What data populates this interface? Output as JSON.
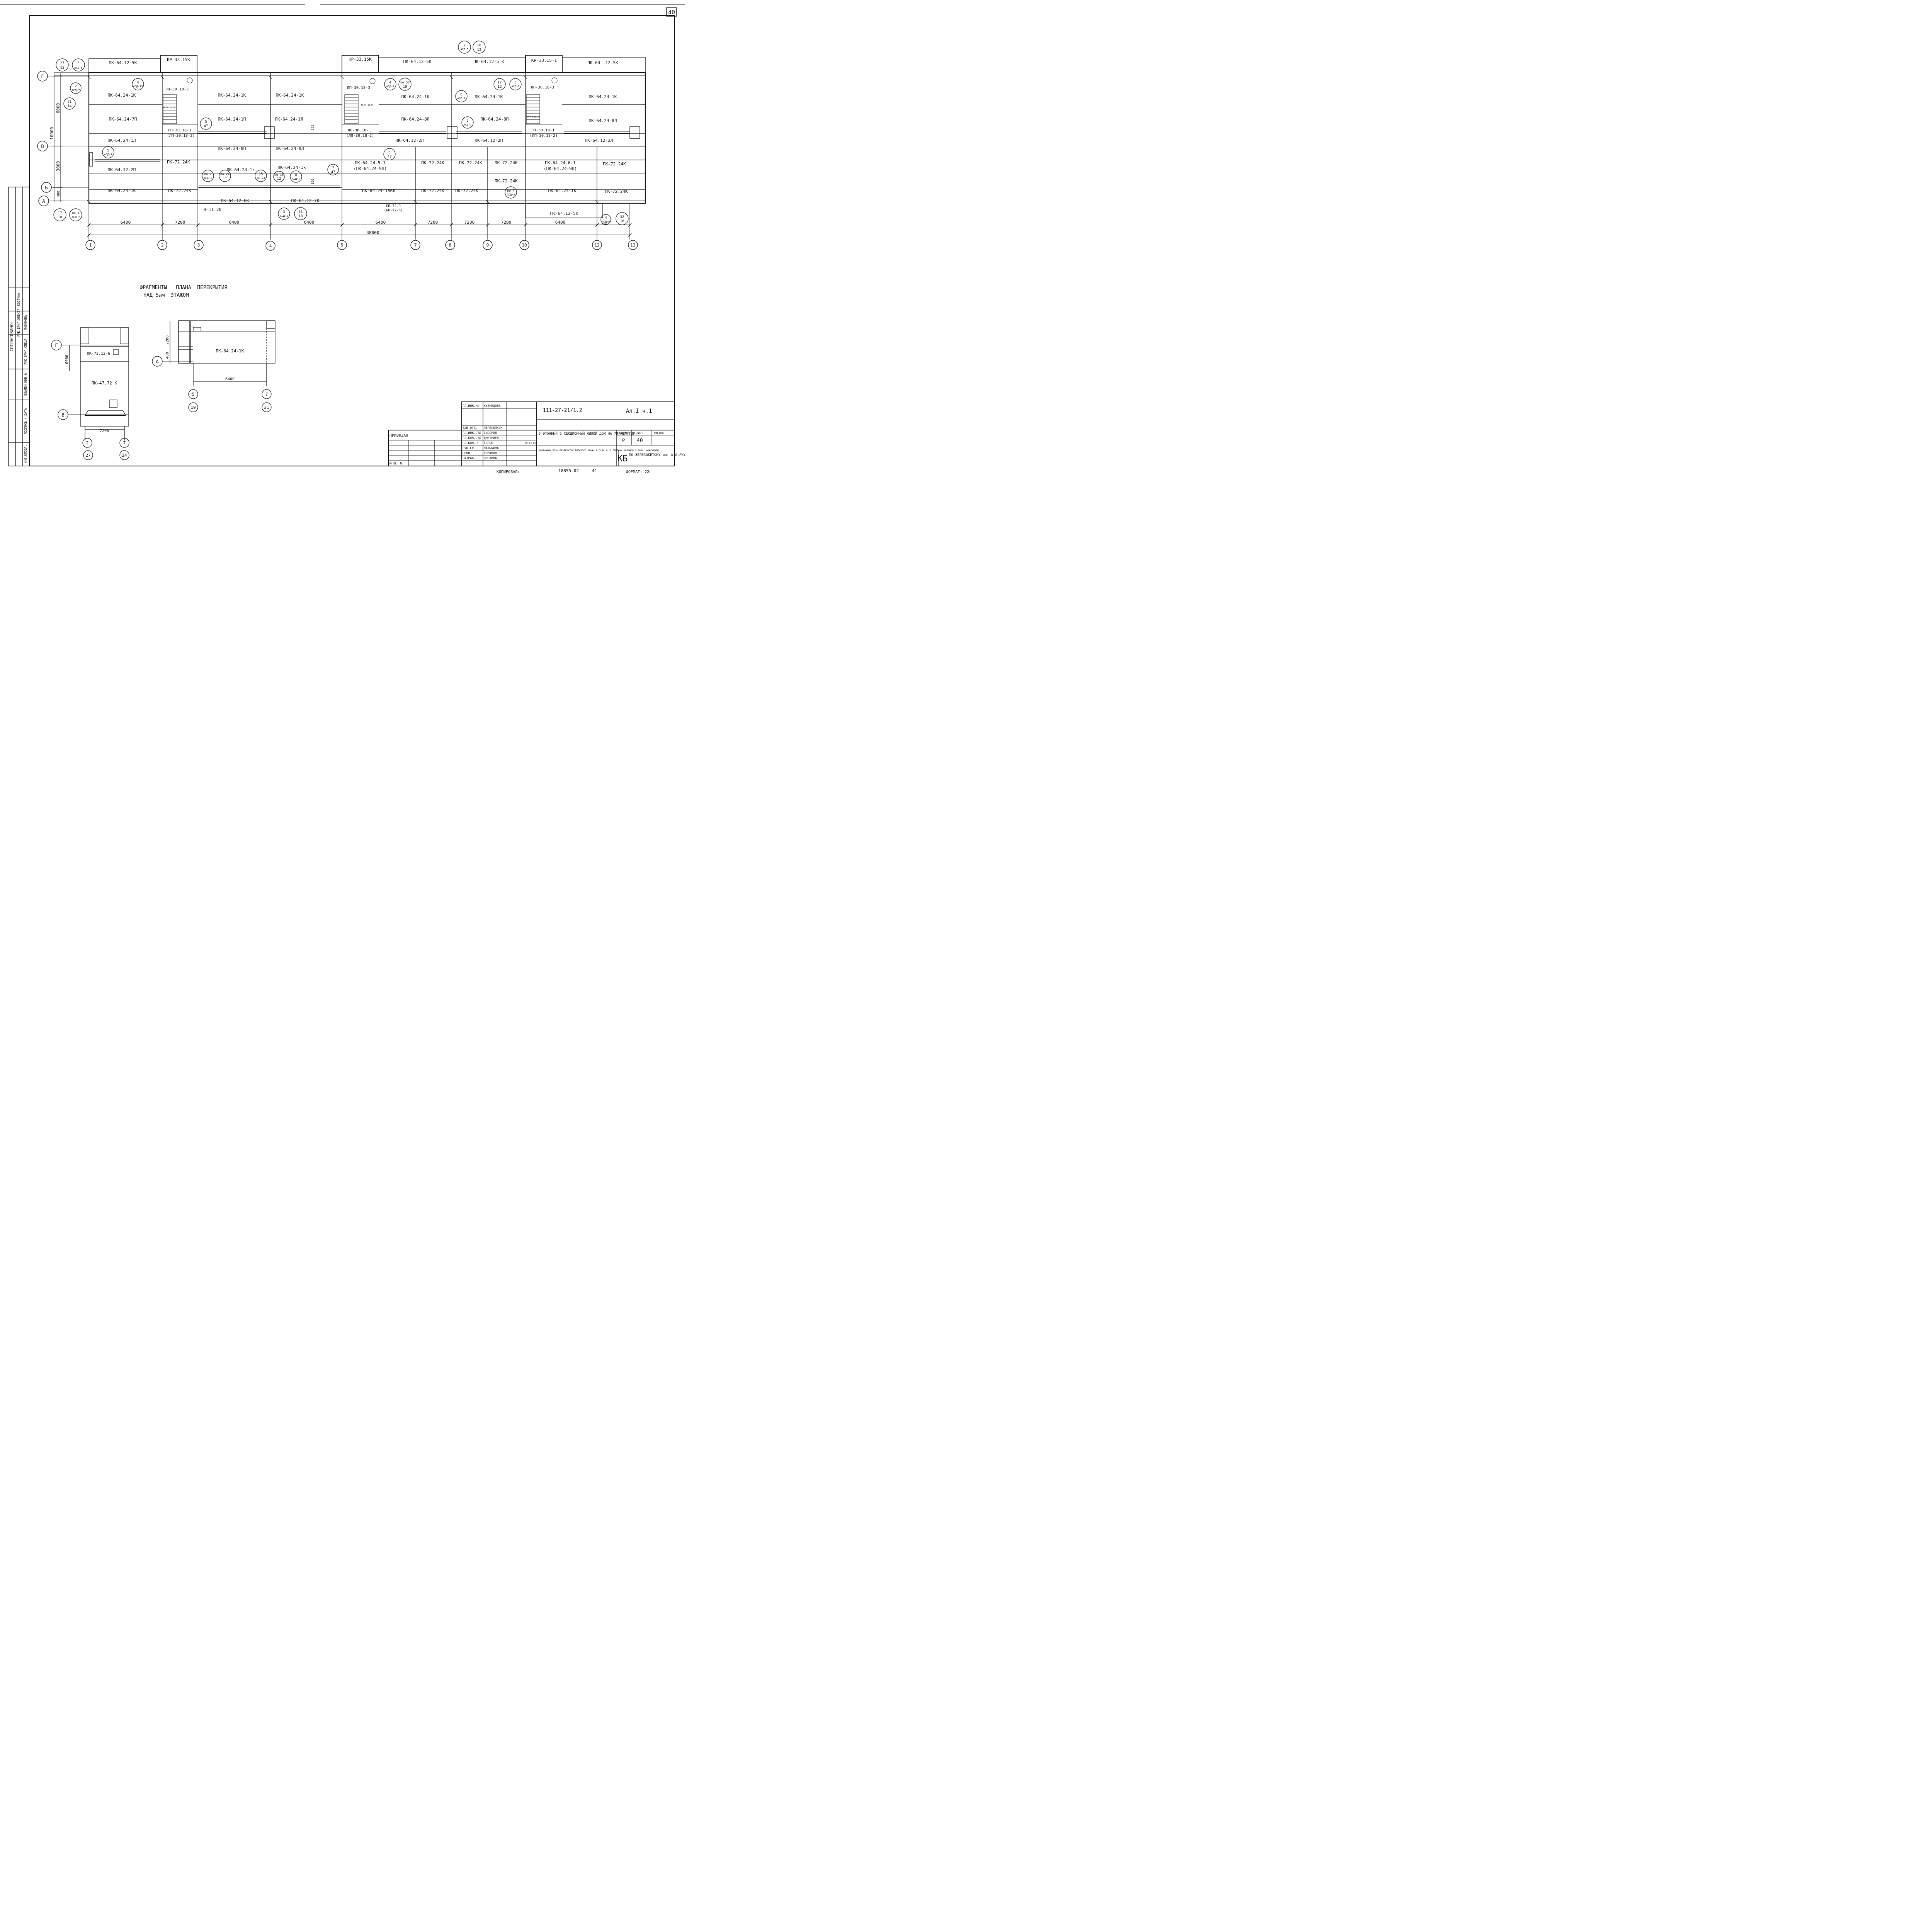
{
  "page_number": "40",
  "main_title_line1": "ФРАГМЕНТЫ   ПЛАНА  ПЕРЕКРЫТИЯ",
  "main_title_line2": "НАД 5ым  ЭТАЖОМ",
  "axes": {
    "columns": [
      "1",
      "2",
      "3",
      "4",
      "5",
      "7",
      "8",
      "9",
      "10",
      "12",
      "13"
    ],
    "rows": [
      "Г",
      "В",
      "Б",
      "А"
    ]
  },
  "dimensions": {
    "spans": [
      "6400",
      "7200",
      "6400",
      "6400",
      "6400",
      "7200",
      "7200",
      "7200",
      "6400"
    ],
    "overall": "48000",
    "left_total": "10900",
    "left_parts": [
      "6000",
      "3800",
      "400"
    ],
    "small_span": "2200"
  },
  "slabs": {
    "top_row": [
      "ПК-64.12-5К",
      "КР-33.15К",
      "КР-33.15К",
      "ПК-64.12-5К",
      "ПК-64.12-5 К",
      "КР-33.15-1",
      "ПК-64 .12-5К"
    ],
    "row1": [
      "ПК-64.24-1К",
      "ПК-64.24-1К",
      "ПК-64.24-1К",
      "ПК-64.24-1К",
      "ПК-64.24-1К",
      "ПК-64.24-1К"
    ],
    "row2": [
      "ПК-64.24-7П",
      "ПК-64.24-1П",
      "ПК-64.24-1Л",
      "ПК-64.24-8Л",
      "ПК-64.24-8П",
      "ПК-64.24-8Л"
    ],
    "row3": [
      "ПК-64.24-1Л",
      "ПК-64.24-8П",
      "ПК-64.24-8Л",
      "ПК-64.12-2Л",
      "ПК-64.12-2П",
      "ПК-64.12-2Л"
    ],
    "row4": [
      "ПК-64.12-2П",
      "ПК-72.24К",
      "ПК-64.24-1к",
      "ПК-64.24-1к",
      "ПК-64.24-5-1",
      "(ПК-64.24-9П)",
      "ПК-72.24К",
      "ПК-72.24К",
      "ПК-72.24К",
      "ПК-64.24-6-1",
      "(ПК-64.24-9Л)",
      "ПК-72.24К"
    ],
    "row5": [
      "ПК-64.24-1К",
      "ПК-72.24К",
      "ПК-64.24-1АКЛ",
      "ПК-72.24К",
      "ПК-72.24К",
      "ПК-72.24К",
      "ПК-64.24-1К",
      "ПК-72.24К"
    ],
    "bottom_row": [
      "ПК-64.12-6К",
      "ПК-64.12-7К",
      "БП-72.9",
      "(БП-72-8)",
      "ПК-64.12-5К",
      "Н-11.28"
    ],
    "stairs": [
      "ЛП-30.18-3",
      "ЛП-30.18-1",
      "(ЛП-30.18-2)",
      "ЛП-30.18-3",
      "ЛП-30.18-1",
      "(ЛП-30.18-2)",
      "ЛП-30.18-3",
      "ЛП-30.18-1",
      "(ЛП-30.18-2)"
    ],
    "small_marks": [
      "ЛМ-30.12.15",
      "ЛМ-30.12.15",
      "ЛМ-30.12.15",
      "100",
      "100"
    ]
  },
  "callouts": [
    {
      "top": "27",
      "bottom": "15"
    },
    {
      "top": "3",
      "bottom": "АСД-5"
    },
    {
      "top": "2",
      "bottom": "АСД-7"
    },
    {
      "top": "21",
      "bottom": "14"
    },
    {
      "top": "4",
      "bottom": "АСД-13"
    },
    {
      "top": "5",
      "bottom": "АСД-7"
    },
    {
      "top": "5",
      "bottom": "47"
    },
    {
      "top": "по 2",
      "bottom": "АСД-16"
    },
    {
      "top": "по 24",
      "bottom": "17"
    },
    {
      "top": "15",
      "bottom": "АС-23"
    },
    {
      "top": "по 16",
      "bottom": "12"
    },
    {
      "top": "8",
      "bottom": "АСД-7"
    },
    {
      "top": "7",
      "bottom": "47"
    },
    {
      "top": "3",
      "bottom": "АСД-5"
    },
    {
      "top": "31",
      "bottom": "18"
    },
    {
      "top": "17",
      "bottom": "10"
    },
    {
      "top": "по 1",
      "bottom": "АСД-7"
    },
    {
      "top": "4",
      "bottom": "АСД-7"
    },
    {
      "top": "по 33",
      "bottom": "19"
    },
    {
      "top": "2",
      "bottom": "АСД-5"
    },
    {
      "top": "16",
      "bottom": "12"
    },
    {
      "top": "6",
      "bottom": "47"
    },
    {
      "top": "6",
      "bottom": "АСД-7"
    },
    {
      "top": "5",
      "bottom": "АСД-7"
    },
    {
      "top": "17",
      "bottom": "12"
    },
    {
      "top": "5",
      "bottom": "АСД-5"
    },
    {
      "top": "по 4",
      "bottom": "АСД-5"
    },
    {
      "top": "4",
      "bottom": "АСД-6"
    },
    {
      "top": "32",
      "bottom": "18"
    }
  ],
  "fragment1": {
    "slab_top": "ПК-72.12-6",
    "slab_main": "ПК-47.72 К",
    "dim_vertical": "6000",
    "dim_horizontal": "7200",
    "rows": [
      "Г",
      "В"
    ],
    "cols": [
      "2",
      "7"
    ],
    "cols_sub": [
      "27",
      "24"
    ]
  },
  "fragment2": {
    "slab": "ПК-64.24-1К",
    "dim_vertical1": "2200",
    "dim_vertical2": "400",
    "dim_horizontal": "6400",
    "row": "А",
    "cols": [
      "5",
      "7"
    ],
    "cols_sub": [
      "19",
      "21"
    ]
  },
  "side_stamp": {
    "agreed": "СОГЛАСОВАНО:",
    "rows": [
      [
        "РУК.БРИГ.ЭЛЕКТР",
        "КОСТИНА"
      ],
      [
        "РУК.БРИГ.СПЕЦР",
        "МИЗИМОВА"
      ]
    ],
    "bottom_labels": [
      "ИНВ.№ПОДЛ.",
      "ПОДПИСЬ И ДАТА",
      "ВЗАМЕН ИНВ.№"
    ]
  },
  "title_block": {
    "doc_code": "111-27-21/1.2",
    "album": "Ал.I ч.1",
    "project": "5 ЭТАЖНЫЙ  6 СЕКЦИОННЫЙ ЖИЛОЙ ДОМ НА 79 КВАРТИР",
    "sheet_desc": "МОНТАЖНЫЙ ПЛАН ПЕРЕКРЫТИЯ ТИПОВОГО ЭТАЖА В ОСЯХ 1-13 ПЛИТАМИ ШИРИНОЙ 2190ММ. ФРАГМЕНТЫ",
    "stage_header": "СТАДИЯ",
    "sheet_header": "ЛИСТ",
    "sheets_header": "ЛИСТОВ",
    "stage": "Р",
    "sheet": "40",
    "org_code": "КБ",
    "org_name": "ПО ЖЕЛЕЗОБЕТОНУ им. А.А.ЯКУШЕВА",
    "binding": "ПРИВЯЗАН",
    "inv": "ИНВ. №",
    "roles": [
      [
        "ГЛ.ИНЖ.НК",
        "КУЗНЕЦОВА"
      ],
      [
        "ЗАВ.ОТД.",
        "ПЕРЕСЫПКИН"
      ],
      [
        "ГЛ.ИНЖ.ОТД",
        "СИДОРОВ"
      ],
      [
        "ГЛ.КОН.ОТД",
        "ДМИТРИЕВ"
      ],
      [
        "ГЛ.КОН.ПР",
        "ГОЛОБ"
      ],
      [
        "РУК.ГР.",
        "НАТЫКИНА"
      ],
      [
        "ПРОВ.",
        "РОМАНОВ"
      ],
      [
        "РАЗРАБ.",
        "ПРОХИНА"
      ]
    ],
    "sig_date": "29.12.82",
    "copied": "КОПИРОВАЛ:",
    "copy_no": "18855-02",
    "copy_sheet": "41",
    "format": "ФОРМАТ: 22г"
  }
}
